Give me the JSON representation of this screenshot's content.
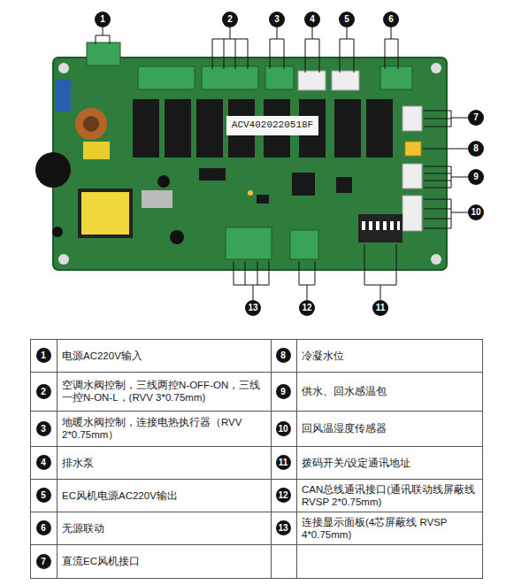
{
  "diagram": {
    "labels": [
      "1",
      "2",
      "3",
      "4",
      "5",
      "6",
      "7",
      "8",
      "9",
      "10",
      "11",
      "12",
      "13",
      "ACV4020220518F",
      "1",
      "电源AC220V输入",
      "8",
      "冷凝水位",
      "2",
      "空调水阀控制，三线两控N-OFF-ON，三线一控N-ON-L，(RVV 3*0.75mm)",
      "9",
      "供水、回水感温包",
      "3",
      "地暖水阀控制，连接电热执行器（RVV 2*0.75mm）",
      "10",
      "回风温湿度传感器",
      "4",
      "排水泵",
      "11",
      "拨码开关/设定通讯地址",
      "5",
      "EC风机电源AC220V输出",
      "12",
      "CAN总线通讯接口(通讯联动线屏蔽线 RVSP 2*0.75mm)",
      "6",
      "无源联动",
      "13",
      "连接显示面板(4芯屏蔽线 RVSP 4*0.75mm)",
      "7",
      "直流EC风机接口"
    ]
  }
}
